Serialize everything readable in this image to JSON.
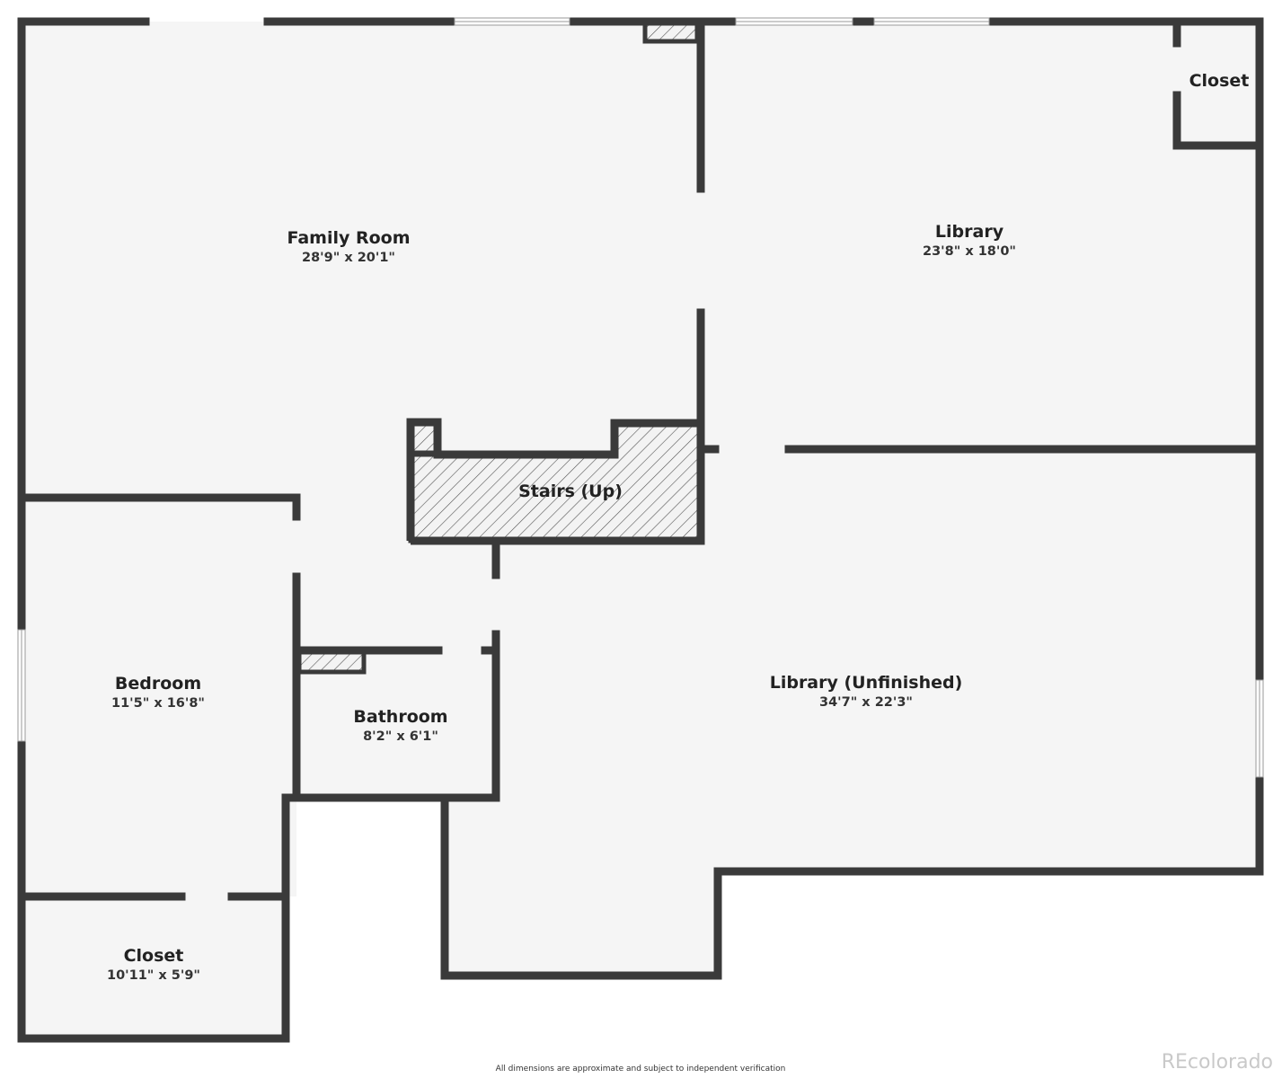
{
  "rooms": {
    "family_room": {
      "name": "Family Room",
      "dims": "28'9\" x 20'1\""
    },
    "library": {
      "name": "Library",
      "dims": "23'8\" x 18'0\""
    },
    "closet_top": {
      "name": "Closet"
    },
    "stairs": {
      "name": "Stairs (Up)"
    },
    "bedroom": {
      "name": "Bedroom",
      "dims": "11'5\" x 16'8\""
    },
    "bathroom": {
      "name": "Bathroom",
      "dims": "8'2\" x 6'1\""
    },
    "library_unfinished": {
      "name": "Library (Unfinished)",
      "dims": "34'7\" x 22'3\""
    },
    "closet_bottom": {
      "name": "Closet",
      "dims": "10'11\" x 5'9\""
    }
  },
  "footer": {
    "disclaimer": "All dimensions are approximate and subject to independent verification",
    "watermark": "REcolorado"
  },
  "colors": {
    "wall": "#3a3a3a",
    "floor": "#f5f5f5",
    "hatch": "#3a3a3a"
  }
}
